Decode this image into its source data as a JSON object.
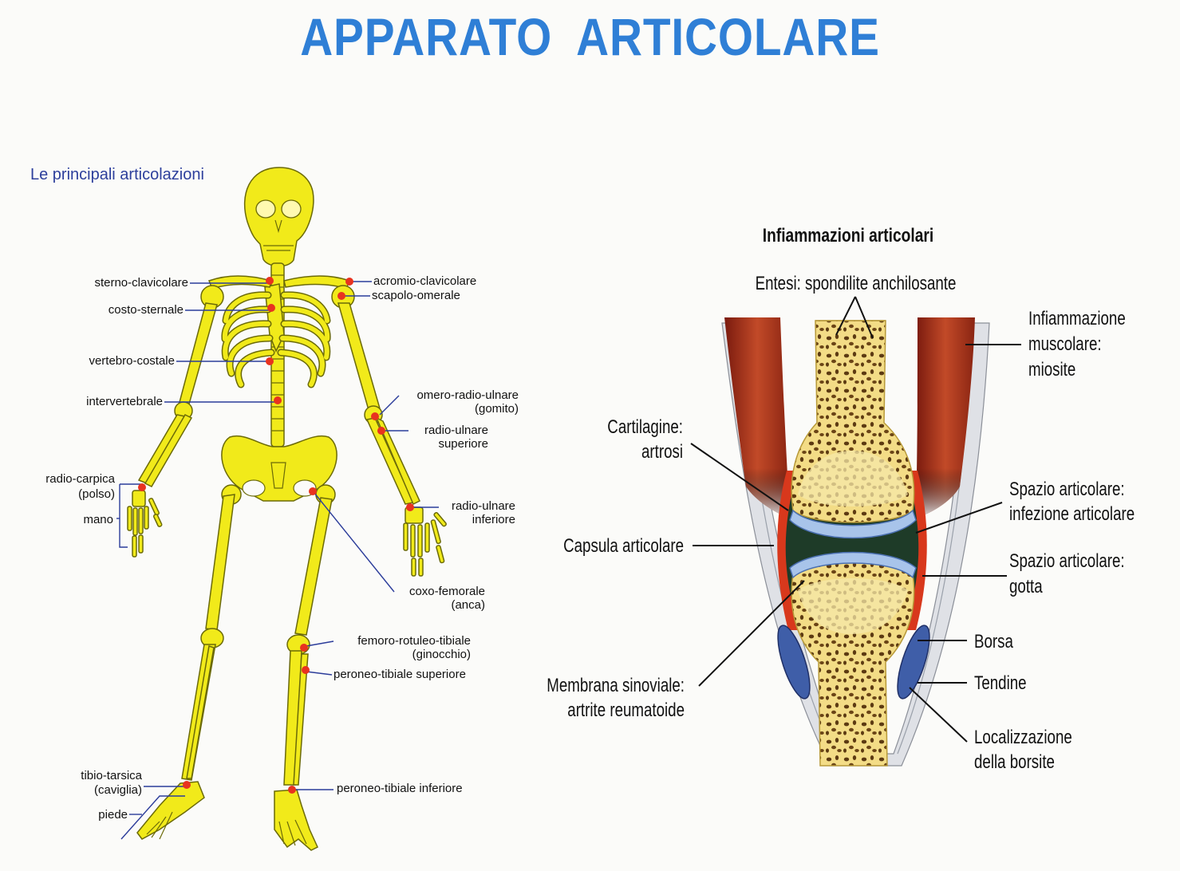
{
  "title": "APPARATO  ARTICOLARE",
  "colors": {
    "title": "#2f7fd6",
    "subtitle": "#2d3f9c",
    "bone": "#f1ea1a",
    "joint": "#e8331f",
    "leader": "#2b3c9a",
    "muscle": "#b03a22",
    "spongy": "#f3dc86",
    "cartilage": "#a8c4ea"
  },
  "skeleton": {
    "heading": "Le principali articolazioni",
    "labels": {
      "sterno_clavicolare": "sterno-clavicolare",
      "costo_sternale": "costo-sternale",
      "vertebro_costale": "vertebro-costale",
      "intervertebrale": "intervertebrale",
      "radio_carpica": "radio-carpica",
      "polso": "(polso)",
      "mano": "mano",
      "tibio_tarsica": "tibio-tarsica",
      "caviglia": "(caviglia)",
      "piede": "piede",
      "acromio_clavicolare": "acromio-clavicolare",
      "scapolo_omerale": "scapolo-omerale",
      "omero_radio_ulnare": "omero-radio-ulnare",
      "gomito": "(gomito)",
      "radio_ulnare_sup_1": "radio-ulnare",
      "radio_ulnare_sup_2": "superiore",
      "radio_ulnare_inf_1": "radio-ulnare",
      "radio_ulnare_inf_2": "inferiore",
      "coxo_femorale": "coxo-femorale",
      "anca": "(anca)",
      "femoro_rotuleo_tibiale": "femoro-rotuleo-tibiale",
      "ginocchio": "(ginocchio)",
      "peroneo_tibiale_superiore": "peroneo-tibiale superiore",
      "peroneo_tibiale_inferiore": "peroneo-tibiale inferiore"
    }
  },
  "inflammation": {
    "heading": "Infiammazioni articolari",
    "labels": {
      "entesi": "Entesi: spondilite anchilosante",
      "infiammazione_1": "Infiammazione",
      "infiammazione_2": "muscolare:",
      "infiammazione_3": "miosite",
      "cartilagine_1": "Cartilagine:",
      "cartilagine_2": "artrosi",
      "spazio_infezione_1": "Spazio articolare:",
      "spazio_infezione_2": "infezione articolare",
      "capsula": "Capsula articolare",
      "spazio_gotta_1": "Spazio articolare:",
      "spazio_gotta_2": "gotta",
      "borsa": "Borsa",
      "tendine": "Tendine",
      "membrana_1": "Membrana sinoviale:",
      "membrana_2": "artrite reumatoide",
      "localizzazione_1": "Localizzazione",
      "localizzazione_2": "della borsite"
    }
  }
}
